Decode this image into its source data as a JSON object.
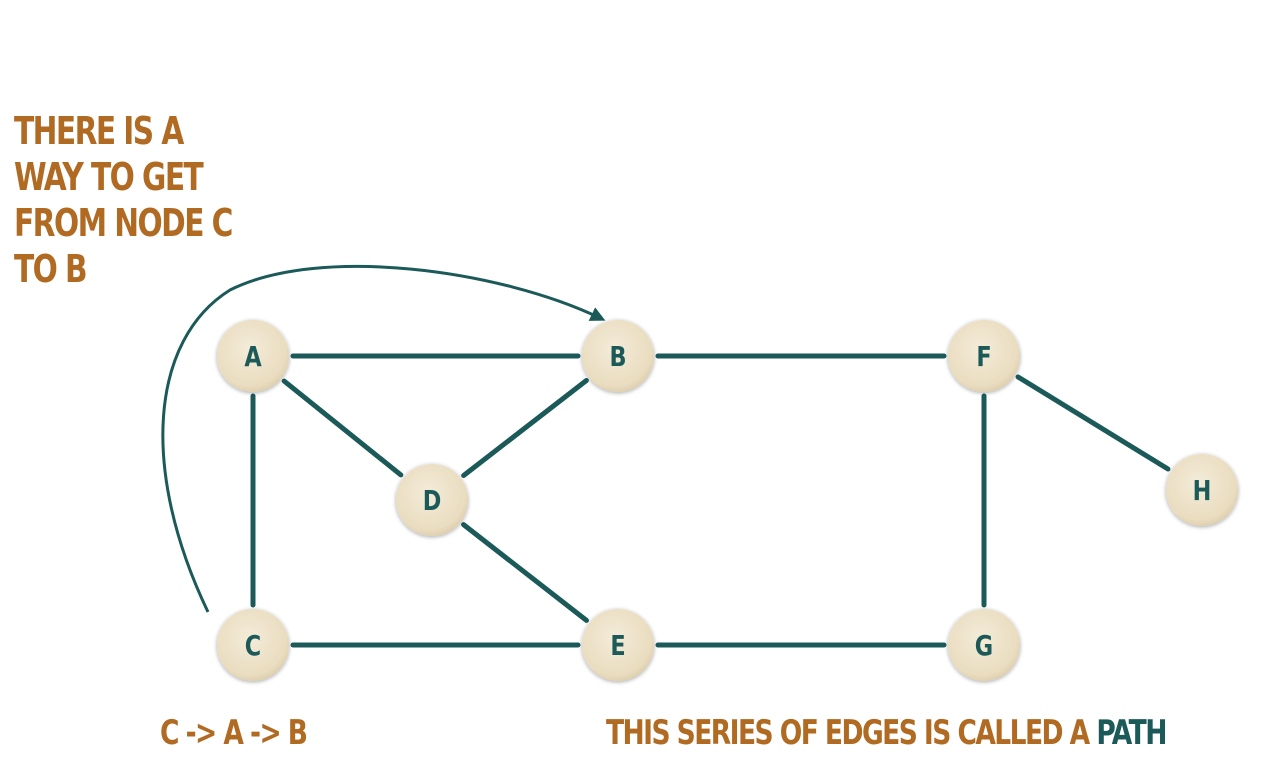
{
  "annotation": {
    "lines": [
      "THERE IS A",
      "WAY TO GET",
      "FROM NODE C",
      "TO B"
    ]
  },
  "path_example": "C -> A -> B",
  "caption": {
    "prefix": "THIS SERIES OF EDGES IS CALLED A",
    "highlight": "PATH"
  },
  "colors": {
    "edge": "#1b5a59",
    "node_fill": "#eee2c8",
    "node_label": "#1b5a59",
    "annotation_text": "#b06a22",
    "highlight": "#1b5a59"
  },
  "nodes": [
    {
      "id": "A",
      "label": "A"
    },
    {
      "id": "B",
      "label": "B"
    },
    {
      "id": "C",
      "label": "C"
    },
    {
      "id": "D",
      "label": "D"
    },
    {
      "id": "E",
      "label": "E"
    },
    {
      "id": "F",
      "label": "F"
    },
    {
      "id": "G",
      "label": "G"
    },
    {
      "id": "H",
      "label": "H"
    }
  ],
  "edges": [
    {
      "from": "A",
      "to": "B"
    },
    {
      "from": "A",
      "to": "C"
    },
    {
      "from": "A",
      "to": "D"
    },
    {
      "from": "D",
      "to": "B"
    },
    {
      "from": "D",
      "to": "E"
    },
    {
      "from": "B",
      "to": "F"
    },
    {
      "from": "C",
      "to": "E"
    },
    {
      "from": "E",
      "to": "G"
    },
    {
      "from": "F",
      "to": "G"
    },
    {
      "from": "F",
      "to": "H"
    }
  ],
  "highlighted_path": [
    "C",
    "A",
    "B"
  ]
}
